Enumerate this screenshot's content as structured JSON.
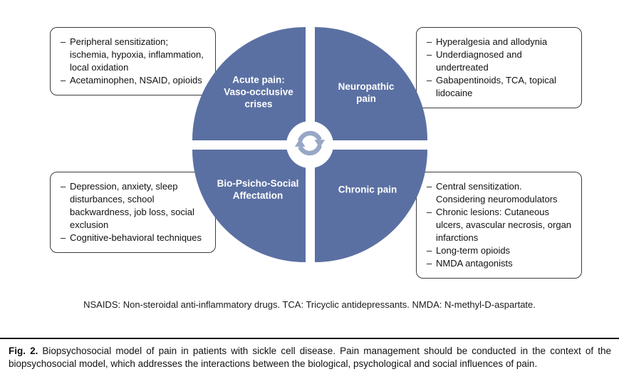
{
  "ui": {
    "dash": "–"
  },
  "diagram": {
    "colors": {
      "quadrant_blue": "#5b70a2",
      "arrow_gray_blue": "#97a7c6"
    },
    "quadrants": {
      "acute": {
        "label": "Acute pain:\nVaso-occlusive\ncrises"
      },
      "neuropathic": {
        "label": "Neuropathic pain"
      },
      "biopsychosocial": {
        "label": "Bio-Psicho-Social\nAffectation"
      },
      "chronic": {
        "label": "Chronic pain"
      }
    },
    "boxes": {
      "acute": {
        "items": [
          "Peripheral sensitization; ischemia, hypoxia, inflammation, local oxidation",
          "Acetaminophen, NSAID, opioids"
        ]
      },
      "neuropathic": {
        "items": [
          "Hyperalgesia and allodynia",
          "Underdiagnosed and undertreated",
          "Gabapentinoids, TCA, topical lidocaine"
        ]
      },
      "biopsychosocial": {
        "items": [
          "Depression, anxiety, sleep disturbances, school backwardness, job loss, social exclusion",
          "Cognitive-behavioral techniques"
        ]
      },
      "chronic": {
        "items": [
          "Central sensitization. Considering neuromodulators",
          "Chronic lesions: Cutaneous ulcers, avascular necrosis, organ infarctions",
          "Long-term opioids",
          "NMDA antagonists"
        ]
      }
    },
    "abbreviations": "NSAIDS: Non-steroidal anti-inflammatory drugs. TCA: Tricyclic antidepressants. NMDA: N-methyl-D-aspartate."
  },
  "caption": {
    "label": "Fig. 2.",
    "text": "Biopsychosocial model of pain in patients with sickle cell disease. Pain management should be conducted in the context of the biopsychosocial model, which addresses the interactions between the biological, psychological and social influences of pain."
  }
}
